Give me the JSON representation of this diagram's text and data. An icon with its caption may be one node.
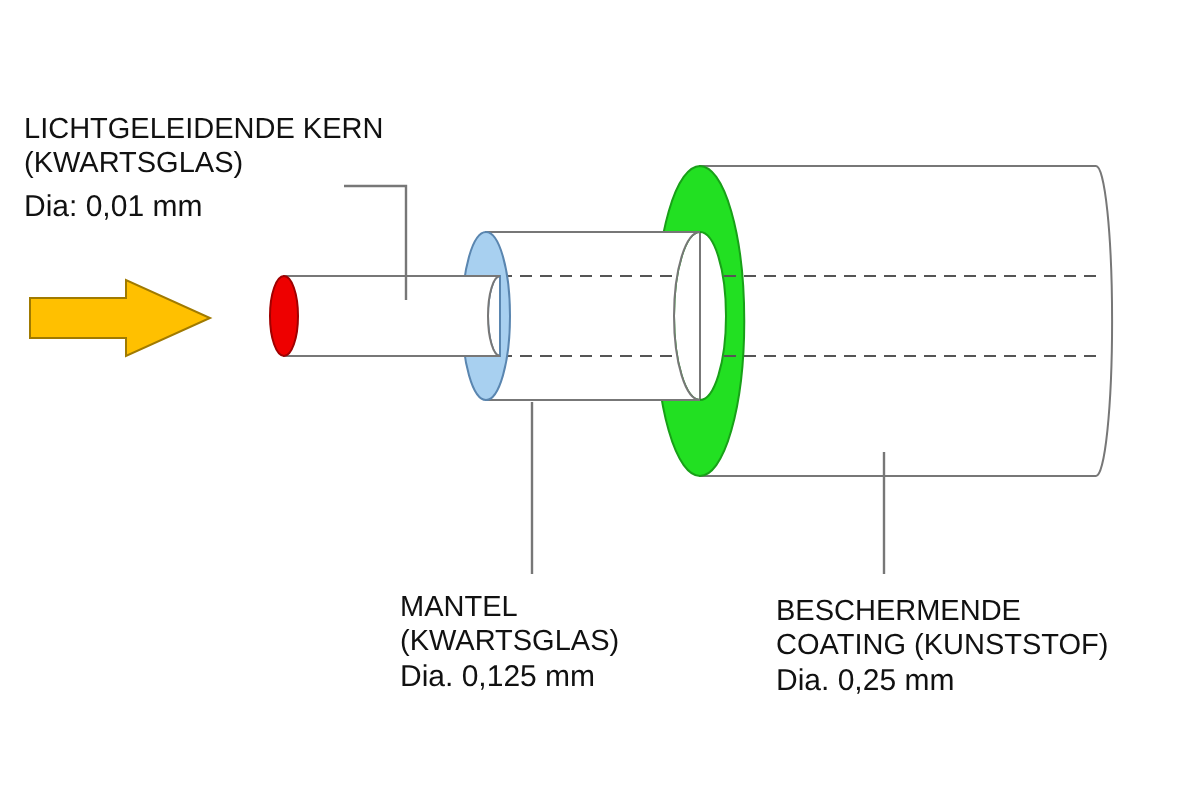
{
  "diagram": {
    "nodes": [
      {
        "text": [
          "LICHTGELEIDENDE KERN (KWARTSGLAS)",
          "Dia: 0,01 mm"
        ]
      },
      {
        "text": [],
        "shape": "cylinder"
      },
      {
        "text": [
          "MANTEL (KWARTSGLAS)",
          "Dia. 0,125 mm"
        ]
      },
      {
        "text": [],
        "shape": "cylinder"
      },
      {
        "text": [
          "BESCHERMENDE COATING (KUNSTSTOF)",
          "Dia. 0,25 mm"
        ]
      },
      {
        "text": [],
        "shape": "cylinder"
      }
    ],
    "edges": [
      {
        "from": 0,
        "to": 1,
        "arrow": "none"
      },
      {
        "from": 2,
        "to": 3,
        "arrow": "none"
      },
      {
        "from": 4,
        "to": 5,
        "arrow": "none"
      }
    ]
  }
}
